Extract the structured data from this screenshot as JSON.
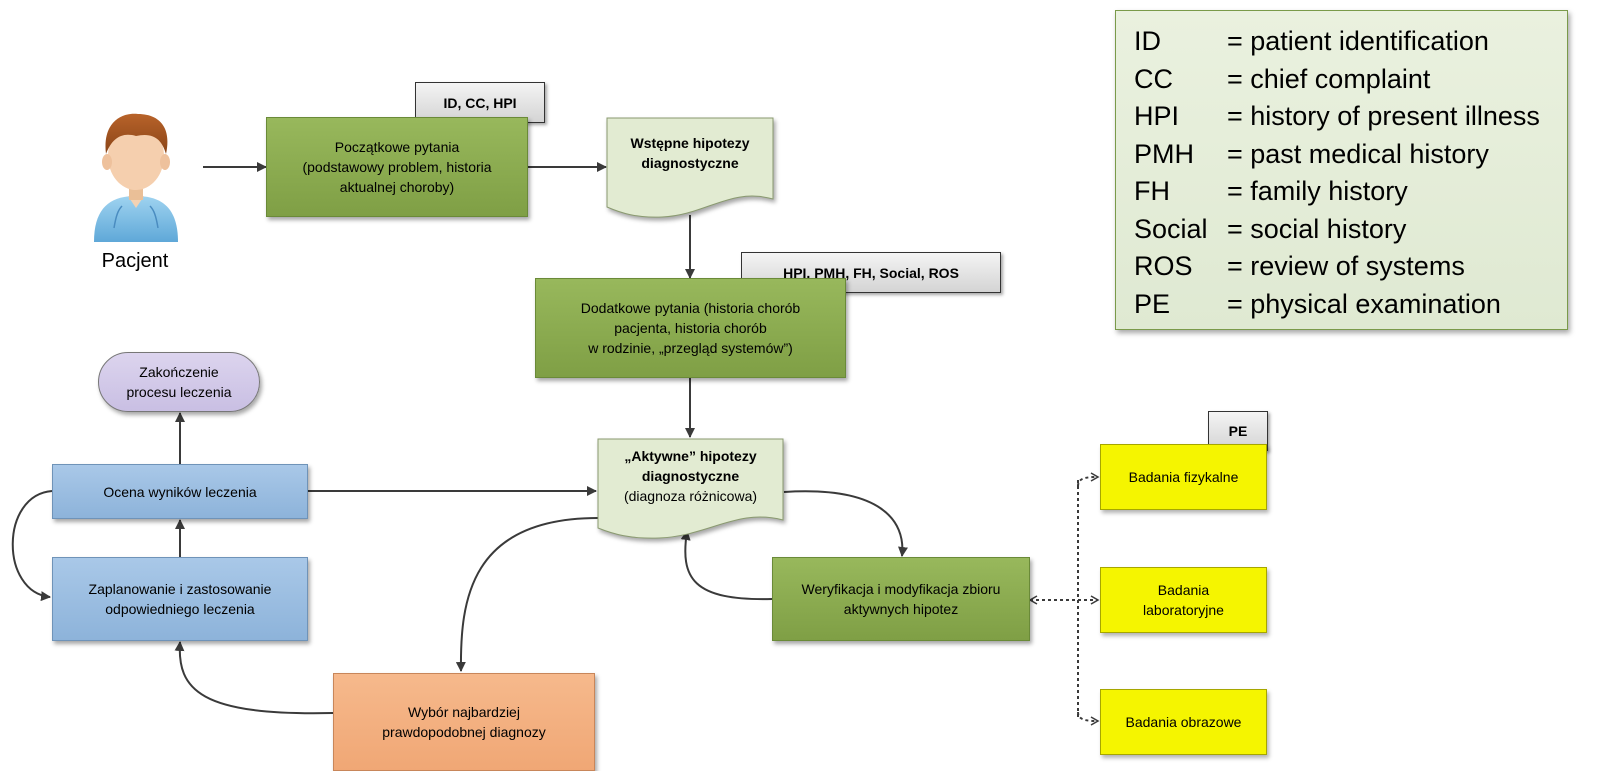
{
  "patient": {
    "label": "Pacjent"
  },
  "tags": {
    "initial": "ID, CC, HPI",
    "additional": "HPI, PMH, FH, Social, ROS",
    "pe": "PE"
  },
  "boxes": {
    "initial_questions": [
      "Początkowe pytania",
      "(podstawowy problem, historia",
      "aktualnej choroby)"
    ],
    "preliminary_hypotheses": [
      "Wstępne hipotezy",
      "diagnostyczne"
    ],
    "additional_questions": [
      "Dodatkowe pytania (historia chorób",
      "pacjenta, historia chorób",
      "w rodzinie, „przegląd systemów”)"
    ],
    "active_hypotheses": [
      "„Aktywne” hipotezy",
      "diagnostyczne",
      "(diagnoza różnicowa)"
    ],
    "end_of_treatment": [
      "Zakończenie",
      "procesu leczenia"
    ],
    "evaluate_results": "Ocena wyników leczenia",
    "plan_treatment": [
      "Zaplanowanie i zastosowanie",
      "odpowiedniego leczenia"
    ],
    "choose_diagnosis": [
      "Wybór najbardziej",
      "prawdopodobnej diagnozy"
    ],
    "verify_hypotheses": [
      "Weryfikacja i modyfikacja zbioru",
      "aktywnych  hipotez"
    ],
    "physical_exam": "Badania fizykalne",
    "lab_tests": [
      "Badania",
      "laboratoryjne"
    ],
    "imaging": "Badania obrazowe"
  },
  "legend": [
    {
      "abbr": "ID",
      "meaning": "= patient identification"
    },
    {
      "abbr": "CC",
      "meaning": "= chief complaint"
    },
    {
      "abbr": "HPI",
      "meaning": "= history of present illness"
    },
    {
      "abbr": "PMH",
      "meaning": "= past medical history"
    },
    {
      "abbr": "FH",
      "meaning": "= family history"
    },
    {
      "abbr": "Social",
      "meaning": "= social history"
    },
    {
      "abbr": "ROS",
      "meaning": "= review of systems"
    },
    {
      "abbr": "PE",
      "meaning": "= physical examination"
    }
  ],
  "colors": {
    "green_box": "#8aab4f",
    "blue_box": "#9bbde0",
    "orange_box": "#f4b183",
    "yellow_box": "#f5f500",
    "purple_box": "#d2c9e8",
    "document_fill": "#e2ebd2",
    "legend_fill": "#e5eed9",
    "connector": "#3a3a3a"
  }
}
